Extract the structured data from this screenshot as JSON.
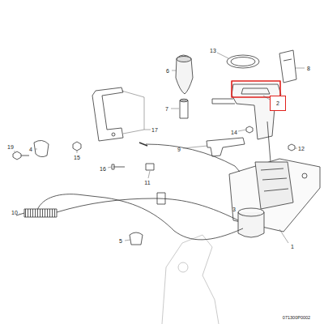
{
  "diagram": {
    "nodes": [
      {
        "text": [
          "2"
        ]
      }
    ],
    "labels": [
      "13",
      "8",
      "6",
      "7",
      "17",
      "14",
      "9",
      "12",
      "4",
      "19",
      "15",
      "16",
      "11",
      "3",
      "10",
      "5",
      "1",
      "071300P0002"
    ]
  }
}
